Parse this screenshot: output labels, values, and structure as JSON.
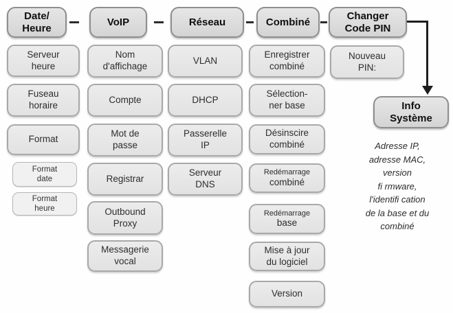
{
  "colors": {
    "header_fill": "#d9d9d9",
    "item_fill": "#e8e8e8",
    "box_border": "#a0a0a0",
    "arrow": "#1d1d1d",
    "background": "#ffffff"
  },
  "menu_tree": {
    "columns": [
      {
        "header": "Date/\nHeure",
        "items": [
          {
            "label": "Serveur\nheure"
          },
          {
            "label": "Fuseau\nhoraire"
          },
          {
            "label": "Format"
          },
          {
            "label": "Format\ndate"
          },
          {
            "label": "Format\nheure"
          }
        ]
      },
      {
        "header": "VoIP",
        "items": [
          {
            "label": "Nom\nd'affichage"
          },
          {
            "label": "Compte"
          },
          {
            "label": "Mot de\npasse"
          },
          {
            "label": "Registrar"
          },
          {
            "label": "Outbound\nProxy"
          },
          {
            "label": "Messagerie\nvocal"
          }
        ]
      },
      {
        "header": "Réseau",
        "items": [
          {
            "label": "VLAN"
          },
          {
            "label": "DHCP"
          },
          {
            "label": "Passerelle\nIP"
          },
          {
            "label": "Serveur\nDNS"
          }
        ]
      },
      {
        "header": "Combiné",
        "items": [
          {
            "label": "Enregistrer\ncombiné"
          },
          {
            "label": "Sélection-\nner base"
          },
          {
            "label": "Désinscire\ncombiné"
          },
          {
            "top_small": "Redémarrage",
            "label": "combiné"
          },
          {
            "top_small": "Redémarrage",
            "label": "base"
          },
          {
            "label": "Mise à jour\ndu logiciel"
          },
          {
            "label": "Version"
          }
        ]
      },
      {
        "header": "Changer\nCode PIN",
        "items": [
          {
            "label": "Nouveau\nPIN:"
          }
        ]
      }
    ],
    "info_box": {
      "label": "Info\nSystème"
    },
    "caption": {
      "lines": [
        "Adresse IP,",
        "adresse MAC,",
        "version",
        "fi rmware,",
        "l'identifi cation",
        "de la base et du",
        "combiné"
      ]
    }
  }
}
